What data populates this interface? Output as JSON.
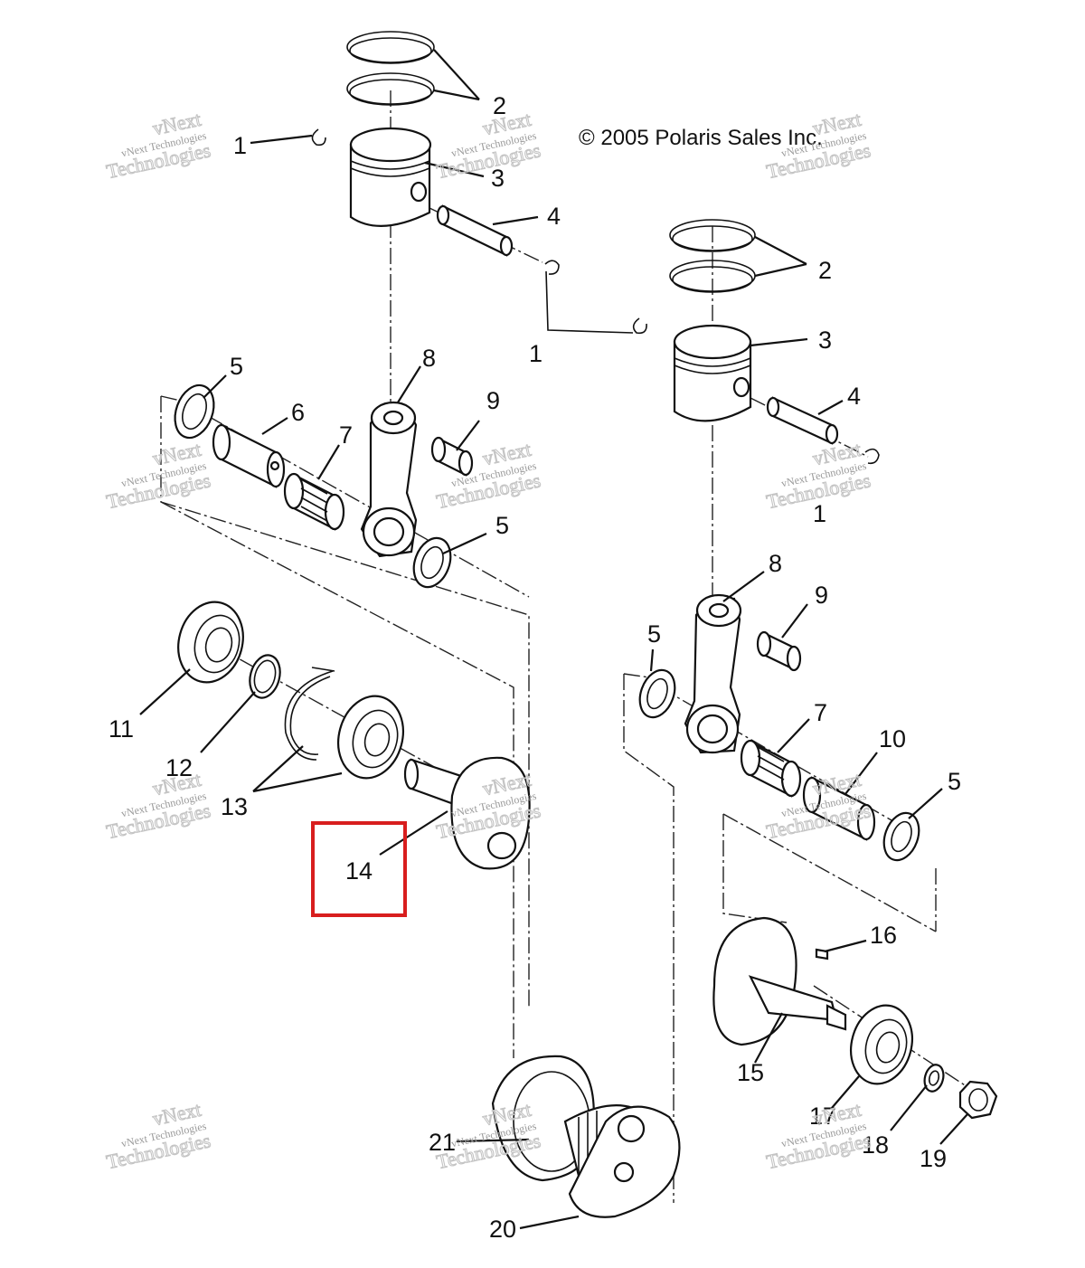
{
  "copyright": "© 2005 Polaris Sales Inc.",
  "watermark": {
    "line1": "vNext",
    "line2": "vNext Technologies",
    "line3": "Technologies"
  },
  "highlight": {
    "label": "14",
    "color": "#d81e1e"
  },
  "callouts": {
    "c1a": "1",
    "c1b": "1",
    "c1c": "1",
    "c2a": "2",
    "c2b": "2",
    "c3a": "3",
    "c3b": "3",
    "c4a": "4",
    "c4b": "4",
    "c5a": "5",
    "c5b": "5",
    "c5c": "5",
    "c5d": "5",
    "c6": "6",
    "c7a": "7",
    "c7b": "7",
    "c8a": "8",
    "c8b": "8",
    "c9a": "9",
    "c9b": "9",
    "c10": "10",
    "c11": "11",
    "c12": "12",
    "c13": "13",
    "c15": "15",
    "c16": "16",
    "c17": "17",
    "c18": "18",
    "c19": "19",
    "c20": "20",
    "c21": "21"
  }
}
